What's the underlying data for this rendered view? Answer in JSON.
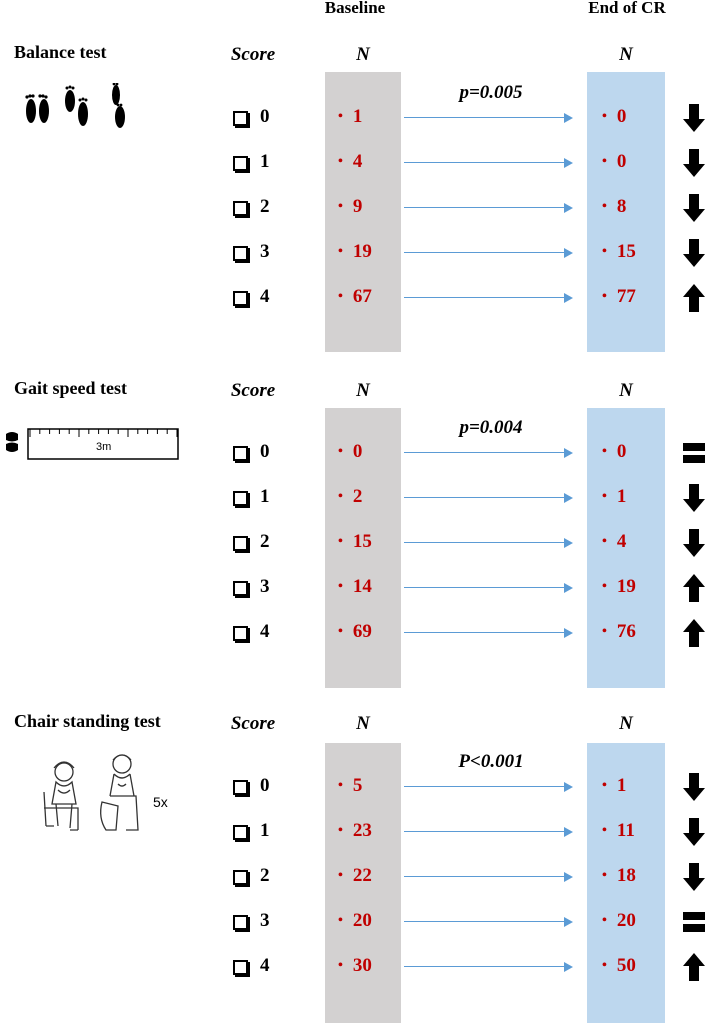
{
  "headers": {
    "baseline": "Baseline",
    "end": "End of CR"
  },
  "sections": [
    {
      "title": "Balance test",
      "score_label": "Score",
      "n_label": "N",
      "p_value": "p=0.005",
      "icon": "footprints-icon",
      "rows": [
        {
          "score": "0",
          "baseline": "1",
          "end": "0",
          "trend": "down"
        },
        {
          "score": "1",
          "baseline": "4",
          "end": "0",
          "trend": "down"
        },
        {
          "score": "2",
          "baseline": "9",
          "end": "8",
          "trend": "down"
        },
        {
          "score": "3",
          "baseline": "19",
          "end": "15",
          "trend": "down"
        },
        {
          "score": "4",
          "baseline": "67",
          "end": "77",
          "trend": "up"
        }
      ]
    },
    {
      "title": "Gait speed test",
      "score_label": "Score",
      "n_label": "N",
      "p_value": "p=0.004",
      "icon": "ruler-icon",
      "ruler_label": "3m",
      "rows": [
        {
          "score": "0",
          "baseline": "0",
          "end": "0",
          "trend": "equal"
        },
        {
          "score": "1",
          "baseline": "2",
          "end": "1",
          "trend": "down"
        },
        {
          "score": "2",
          "baseline": "15",
          "end": "4",
          "trend": "down"
        },
        {
          "score": "3",
          "baseline": "14",
          "end": "19",
          "trend": "up"
        },
        {
          "score": "4",
          "baseline": "69",
          "end": "76",
          "trend": "up"
        }
      ]
    },
    {
      "title": "Chair standing test",
      "score_label": "Score",
      "n_label": "N",
      "p_value": "P<0.001",
      "icon": "chair-person-icon",
      "repeat_label": "5x",
      "rows": [
        {
          "score": "0",
          "baseline": "5",
          "end": "1",
          "trend": "down"
        },
        {
          "score": "1",
          "baseline": "23",
          "end": "11",
          "trend": "down"
        },
        {
          "score": "2",
          "baseline": "22",
          "end": "18",
          "trend": "down"
        },
        {
          "score": "3",
          "baseline": "20",
          "end": "20",
          "trend": "equal"
        },
        {
          "score": "4",
          "baseline": "30",
          "end": "50",
          "trend": "up"
        }
      ]
    }
  ],
  "colors": {
    "baseline_col": "#d3d1d1",
    "end_col": "#bdd7ee",
    "value": "#c00000",
    "arrow": "#5b9bd5"
  }
}
